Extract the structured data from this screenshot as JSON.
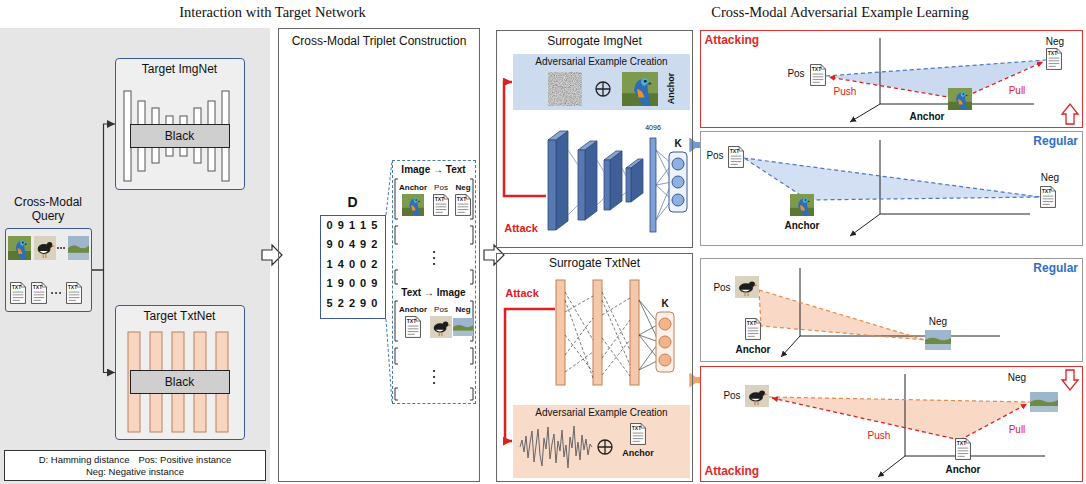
{
  "diagram": {
    "nodes": [
      {
        "text": [
          "Cross-Modal Query"
        ]
      },
      {
        "text": [
          "Target ImgNet"
        ]
      },
      {
        "text": [
          "Black"
        ],
        "in": 1
      },
      {
        "text": [
          "Target TxtNet"
        ]
      },
      {
        "text": [
          "Black"
        ],
        "in": 3
      },
      {
        "text": [
          "Cross-Modal Triplet Construction"
        ]
      },
      {
        "text": [
          "D",
          "0 9 1 1 5",
          "9 0 4 9 2",
          "1 4 0 0 2",
          "1 9 0 0 9",
          "5 2 2 9 0"
        ],
        "in": 5
      },
      {
        "text": [
          "Image → Text",
          "Text → Image"
        ],
        "in": 5
      },
      {
        "text": [
          "Surrogate ImgNet"
        ]
      },
      {
        "text": [
          "Adversarial Example Creation",
          "Anchor"
        ],
        "in": 8
      },
      {
        "text": [
          "Surrogate TxtNet"
        ]
      },
      {
        "text": [
          "Adversarial Example Creation",
          "Anchor"
        ],
        "in": 10
      },
      {
        "text": [
          "Attacking"
        ]
      },
      {
        "text": [
          "Regular"
        ]
      },
      {
        "text": [
          "Regular"
        ]
      },
      {
        "text": [
          "Attacking"
        ]
      },
      {
        "text": [
          "D: Hamming distance",
          "Pos: Positive instance",
          "Neg: Negative instance"
        ]
      }
    ],
    "edges": [
      {
        "from": 0,
        "to": 1,
        "arrow": "to"
      },
      {
        "from": 0,
        "to": 3,
        "arrow": "to"
      },
      {
        "from": 8,
        "to": 13,
        "arrow": "to"
      },
      {
        "from": 10,
        "to": 15,
        "arrow": "to"
      }
    ],
    "labels": [
      "Interaction with Target Network",
      "Cross-Modal Adversarial Example Learning",
      "TXT",
      "TXT",
      "TXT",
      "Anchor",
      "Pos",
      "Neg",
      "TXT",
      "TXT",
      "Anchor",
      "Pos",
      "Neg",
      "TXT",
      "Attack",
      "4096",
      "K",
      "Attack",
      "K",
      "TXT",
      "Pos",
      "Neg",
      "Anchor",
      "Push",
      "Pull",
      "TXT",
      "TXT",
      "Pos",
      "Neg",
      "Anchor",
      "TXT",
      "TXT",
      "Pos",
      "Anchor",
      "Neg",
      "TXT",
      "Pos",
      "Neg",
      "Anchor",
      "Push",
      "Pull",
      "TXT"
    ]
  }
}
